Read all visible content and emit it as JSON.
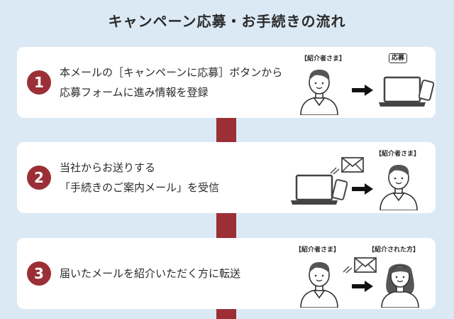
{
  "title": "キャンペーン応募・お手続きの流れ",
  "steps": [
    {
      "number": "1",
      "lines": [
        "本メールの［キャンペーンに応募］ボタンから",
        "応募フォームに進み情報を登録"
      ],
      "labels": [
        "【紹介者さま】",
        "応募"
      ]
    },
    {
      "number": "2",
      "lines": [
        "当社からお送りする",
        "「手続きのご案内メール」を受信"
      ],
      "labels": [
        "【紹介者さま】"
      ]
    },
    {
      "number": "3",
      "lines": [
        "届いたメールを紹介いただく方に転送"
      ],
      "labels": [
        "【紹介者さま】",
        "【紹介された方】"
      ]
    }
  ],
  "icons": [
    "person-icon",
    "arrow-right-icon",
    "laptop-icon",
    "smartphone-icon",
    "mail-icon",
    "woman-icon"
  ],
  "colors": {
    "accent": "#9b2f35",
    "background": "#dbe9f5",
    "card": "#ffffff"
  }
}
